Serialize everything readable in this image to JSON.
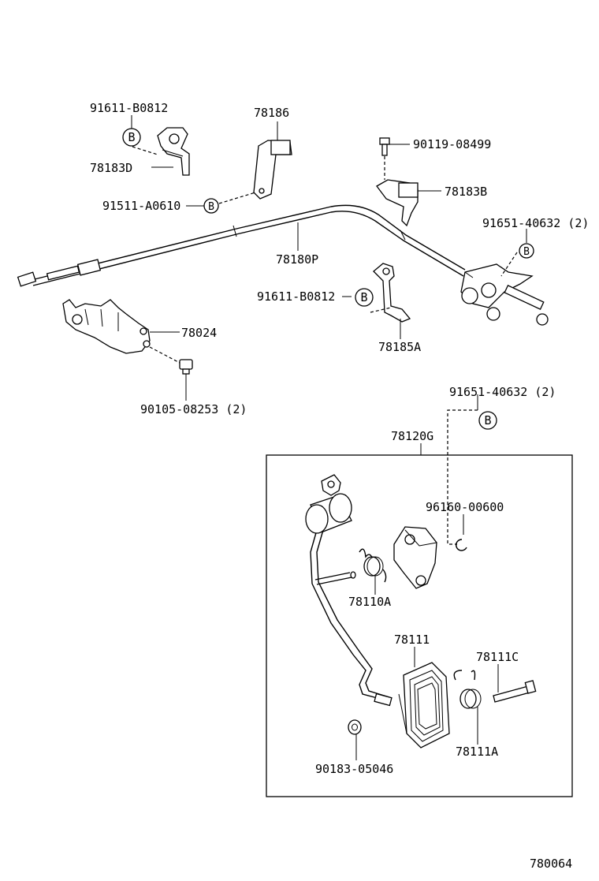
{
  "labels": {
    "p91611_b0812_top": "91611-B0812",
    "p78186": "78186",
    "p90119_08499": "90119-08499",
    "p78183d": "78183D",
    "p78183b": "78183B",
    "p91511_a0610": "91511-A0610",
    "p91651_40632_top": "91651-40632 (2)",
    "p78180p": "78180P",
    "p91611_b0812_mid": "91611-B0812",
    "p78024": "78024",
    "p78185a": "78185A",
    "p90105_08253": "90105-08253 (2)",
    "p91651_40632_bottom": "91651-40632 (2)",
    "p78120g": "78120G",
    "p96160_00600": "96160-00600",
    "p78110a": "78110A",
    "p78111": "78111",
    "p78111c": "78111C",
    "p78111a": "78111A",
    "p90183_05046": "90183-05046",
    "figure_number": "780064"
  },
  "ref_marker": "B"
}
